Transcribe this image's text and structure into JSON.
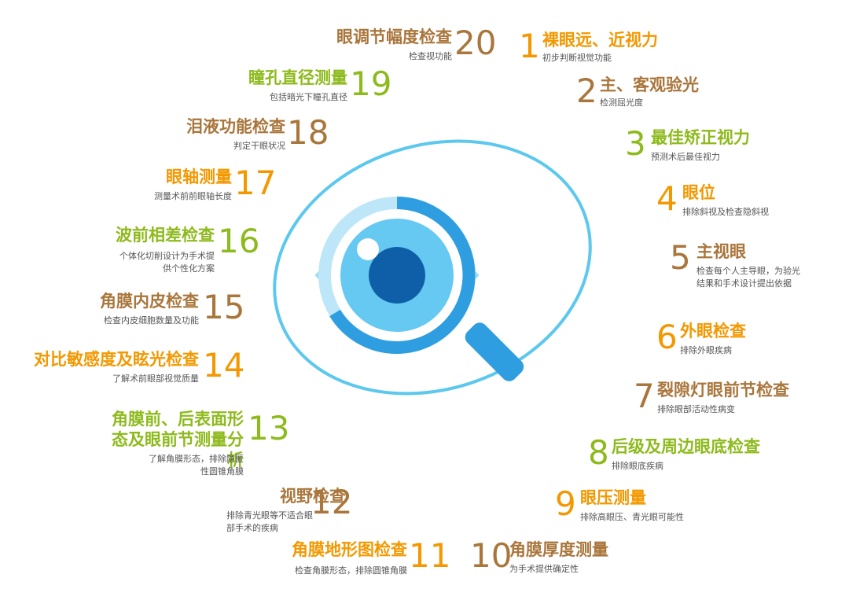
{
  "colors": {
    "orange": "#F39800",
    "brown": "#A9763C",
    "green": "#8DBA1C",
    "ring": "#5CC8EE",
    "blue": "#2E9EE0"
  },
  "items": [
    {
      "num": "1",
      "title": "裸眼远、近视力",
      "desc": "初步判断视觉功能",
      "color": "orange"
    },
    {
      "num": "2",
      "title": "主、客观验光",
      "desc": "检测屈光度",
      "color": "brown"
    },
    {
      "num": "3",
      "title": "最佳矫正视力",
      "desc": "预测术后最佳视力",
      "color": "green"
    },
    {
      "num": "4",
      "title": "眼位",
      "desc": "排除斜视及检查隐斜视",
      "color": "orange"
    },
    {
      "num": "5",
      "title": "主视眼",
      "desc": "检查每个人主导眼，为验光结果和手术设计提出依据",
      "color": "brown"
    },
    {
      "num": "6",
      "title": "外眼检查",
      "desc": "排除外眼疾病",
      "color": "orange"
    },
    {
      "num": "7",
      "title": "裂隙灯眼前节检查",
      "desc": "排除眼部活动性病变",
      "color": "brown"
    },
    {
      "num": "8",
      "title": "后级及周边眼底检查",
      "desc": "排除眼底疾病",
      "color": "green"
    },
    {
      "num": "9",
      "title": "眼压测量",
      "desc": "排除高眼压、青光眼可能性",
      "color": "orange"
    },
    {
      "num": "10",
      "title": "角膜厚度测量",
      "desc": "为手术提供确定性",
      "color": "brown"
    },
    {
      "num": "11",
      "title": "角膜地形图检查",
      "desc": "检查角膜形态，排除圆锥角膜",
      "color": "orange"
    },
    {
      "num": "12",
      "title": "视野检查",
      "desc": "排除青光眼等不适合眼部手术的疾病",
      "color": "brown"
    },
    {
      "num": "13",
      "title": "角膜前、后表面形态及眼前节测量分析",
      "desc": "了解角膜形态，排除隐匿性圆锥角膜",
      "color": "green"
    },
    {
      "num": "14",
      "title": "对比敏感度及眩光检查",
      "desc": "了解术前眼部视觉质量",
      "color": "orange"
    },
    {
      "num": "15",
      "title": "角膜内皮检查",
      "desc": "检查内皮细胞数量及功能",
      "color": "brown"
    },
    {
      "num": "16",
      "title": "波前相差检查",
      "desc": "个体化切削设计为手术提供个性化方案",
      "color": "green"
    },
    {
      "num": "17",
      "title": "眼轴测量",
      "desc": "测量术前前眼轴长度",
      "color": "orange"
    },
    {
      "num": "18",
      "title": "泪液功能检查",
      "desc": "判定干眼状况",
      "color": "brown"
    },
    {
      "num": "19",
      "title": "瞳孔直径测量",
      "desc": "包括暗光下瞳孔直径",
      "color": "green"
    },
    {
      "num": "20",
      "title": "眼调节幅度检查",
      "desc": "检查视功能",
      "color": "brown"
    }
  ]
}
